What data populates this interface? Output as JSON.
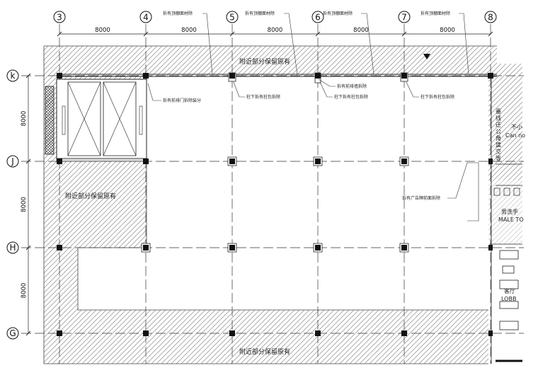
{
  "axes": {
    "columns": [
      "3",
      "4",
      "5",
      "6",
      "7",
      "8"
    ],
    "rows": [
      "k",
      "J",
      "H",
      "G"
    ]
  },
  "dimensions": {
    "horizontal": [
      "8000",
      "8000",
      "8000",
      "8000",
      "8000"
    ],
    "vertical": [
      "8000",
      "8000",
      "8000"
    ]
  },
  "zone_labels": {
    "top": "附近部分保留原有",
    "left": "附近部分保留原有",
    "bottom": "附近部分保留原有"
  },
  "top_notes": [
    "拆有顶棚面材除",
    "拆有顶棚面材除",
    "拆有顶棚面材除",
    "拆有顶棚面材除"
  ],
  "inner_notes": {
    "door_demolish": "拆有前排门拆除装分",
    "column_1": "柱下拆有柱包拆除",
    "column_2": "柱下拆有柱包拆除",
    "column_3": "柱下拆有柱包拆除",
    "wall_demolish": "拆有前排墙拆除",
    "ad_sign": "拆有广告牌前面拆除"
  },
  "right_panel": {
    "text_1": "不小",
    "text_2": "Can no",
    "vertical_text": [
      "垂",
      "线",
      "还",
      "公",
      "角",
      "建",
      "交",
      "等"
    ],
    "restroom_cn": "男洗手",
    "restroom_en": "MALE TO",
    "lobby_cn": "客厅",
    "lobby_en": "LOBB"
  }
}
